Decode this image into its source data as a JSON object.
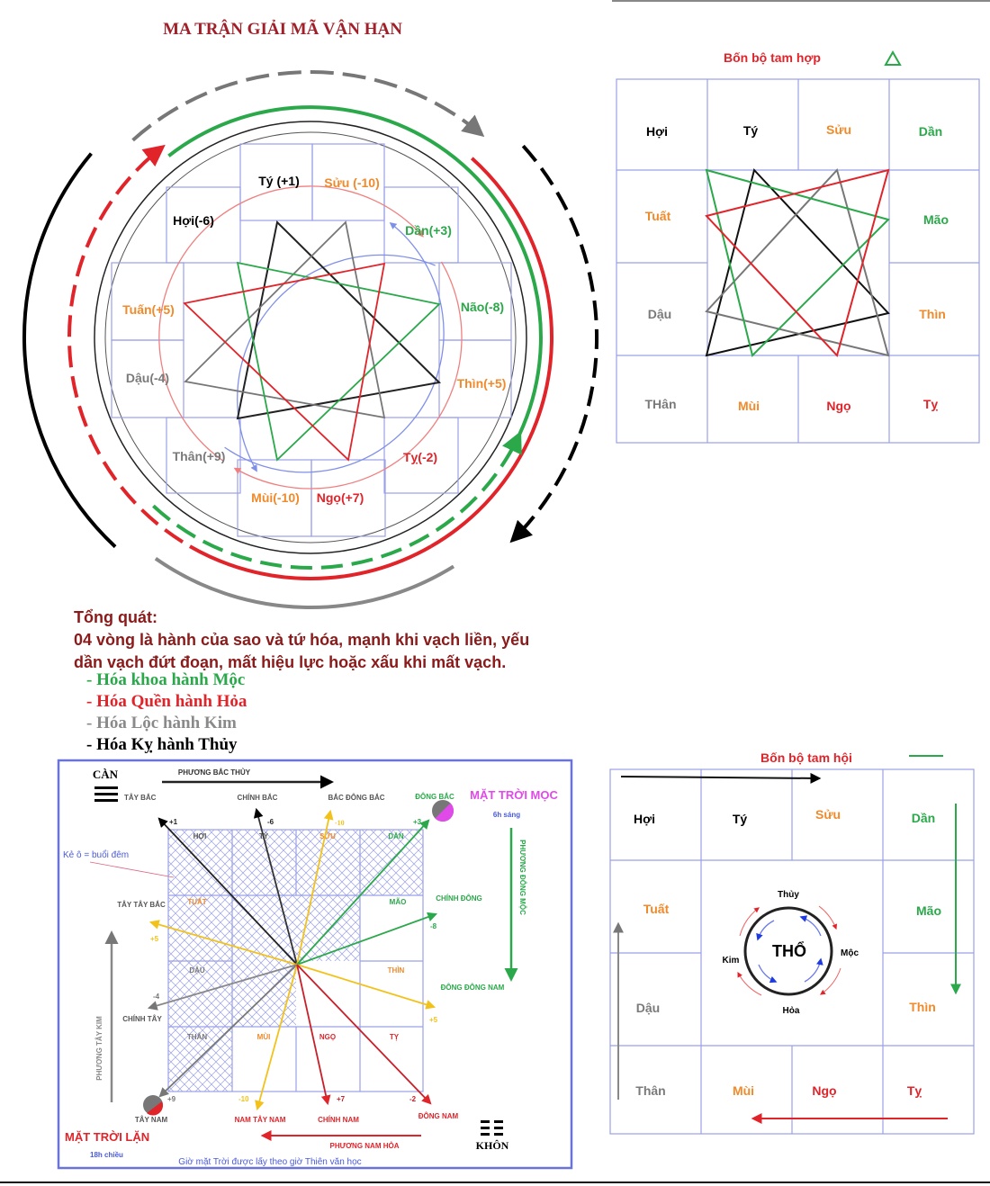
{
  "title": "MA TRẬN GIẢI MÃ VẬN HẠN",
  "matrix": {
    "branches": [
      {
        "label": "Tý (+1)",
        "color": "#000000"
      },
      {
        "label": "Sửu (-10)",
        "color": "#f08a2a"
      },
      {
        "label": "Hợi(-6)",
        "color": "#000000"
      },
      {
        "label": "Dần(+3)",
        "color": "#2aa84a"
      },
      {
        "label": "Tuấn(+5)",
        "color": "#f08a2a"
      },
      {
        "label": "Não(-8)",
        "color": "#2aa84a"
      },
      {
        "label": "Dậu(-4)",
        "color": "#7a7a7a"
      },
      {
        "label": "Thìn(+5)",
        "color": "#f08a2a"
      },
      {
        "label": "Thân(+9)",
        "color": "#7a7a7a"
      },
      {
        "label": "Tỵ(-2)",
        "color": "#e0242a"
      },
      {
        "label": "Mùi(-10)",
        "color": "#f08a2a"
      },
      {
        "label": "Ngọ(+7)",
        "color": "#e0242a"
      }
    ]
  },
  "tam_hop": {
    "title": "Bốn bộ tam hợp",
    "icon": "triangle-icon",
    "cells": [
      {
        "label": "Hợi",
        "color": "#000000"
      },
      {
        "label": "Tý",
        "color": "#000000"
      },
      {
        "label": "Sửu",
        "color": "#f08a2a"
      },
      {
        "label": "Dần",
        "color": "#2aa84a"
      },
      {
        "label": "Tuất",
        "color": "#f08a2a"
      },
      {
        "label": "Mão",
        "color": "#2aa84a"
      },
      {
        "label": "Dậu",
        "color": "#7a7a7a"
      },
      {
        "label": "Thìn",
        "color": "#f08a2a"
      },
      {
        "label": "THân",
        "color": "#7a7a7a"
      },
      {
        "label": "Mùi",
        "color": "#f08a2a"
      },
      {
        "label": "Ngọ",
        "color": "#e0242a"
      },
      {
        "label": "Tỵ",
        "color": "#e0242a"
      }
    ]
  },
  "notes": {
    "heading": "Tổng quát:",
    "line1": "04 vòng là hành của sao và tứ hóa, mạnh khi vạch liền, yếu",
    "line2": "dần vạch đứt đoạn, mất hiệu lực hoặc xấu khi mất vạch.",
    "items": [
      {
        "text": "- Hóa khoa hành Mộc",
        "color": "#2aa84a"
      },
      {
        "text": "- Hóa Quền hành Hỏa",
        "color": "#e0242a"
      },
      {
        "text": "- Hóa  Lộc    hành Kim",
        "color": "#8a8a8a"
      },
      {
        "text": "- Hóa  Kỵ      hành Thủy",
        "color": "#000000"
      }
    ]
  },
  "compass": {
    "can": "CÀN",
    "khon": "KHÔN",
    "phuong_bac": "PHƯƠNG BẮC THỦY",
    "phuong_dong": "PHƯƠNG ĐÔNG MỘC",
    "phuong_nam": "PHƯƠNG NAM HỎA",
    "phuong_tay": "PHƯƠNG TÂY KIM",
    "mat_troi_moc": "MẶT TRỜI MỌC",
    "sang": "6h sáng",
    "mat_troi_lan": "MẶT TRỜI LẶN",
    "chieu": "18h chiều",
    "ke_o": "Kẻ ô = buổi đêm",
    "footer": "Giờ mặt Trời được lấy theo giờ Thiên văn học",
    "directions": {
      "tay_bac": "TÂY BẮC",
      "chinh_bac": "CHÍNH BẮC",
      "bac_dong_bac": "BẮC ĐÔNG BẮC",
      "dong_bac": "ĐÔNG BẮC",
      "tay_tay_bac": "TÂY TÂY BẮC",
      "chinh_dong": "CHÍNH ĐÔNG",
      "dong_dong_nam": "ĐÔNG ĐÔNG NAM",
      "chinh_tay": "CHÍNH TÂY",
      "tay_nam": "TÂY NAM",
      "nam_tay_nam": "NAM TÂY NAM",
      "chinh_nam": "CHÍNH NAM",
      "dong_nam": "ĐÔNG NAM"
    },
    "cells": [
      "HỢI",
      "TÝ",
      "SỬU",
      "DẦN",
      "TUẤT",
      "MÃO",
      "DẬU",
      "THÌN",
      "THÂN",
      "MÙI",
      "NGỌ",
      "TỴ"
    ],
    "values": [
      "+1",
      "-6",
      "-10",
      "+3",
      "-8",
      "+5",
      "+5",
      "-4",
      "+9",
      "-10",
      "+7",
      "-2"
    ]
  },
  "tam_hoi": {
    "title": "Bốn bộ tam hội",
    "cells": [
      {
        "label": "Hợi",
        "color": "#000000"
      },
      {
        "label": "Tý",
        "color": "#000000"
      },
      {
        "label": "Sửu",
        "color": "#f08a2a"
      },
      {
        "label": "Dần",
        "color": "#2aa84a"
      },
      {
        "label": "Tuất",
        "color": "#f08a2a"
      },
      {
        "label": "Mão",
        "color": "#2aa84a"
      },
      {
        "label": "Dậu",
        "color": "#7a7a7a"
      },
      {
        "label": "Thìn",
        "color": "#f08a2a"
      },
      {
        "label": "Thân",
        "color": "#7a7a7a"
      },
      {
        "label": "Mùi",
        "color": "#f08a2a"
      },
      {
        "label": "Ngọ",
        "color": "#e0242a"
      },
      {
        "label": "Tỵ",
        "color": "#e0242a"
      }
    ],
    "center": "THỔ",
    "elements": [
      "Thủy",
      "Mộc",
      "Hỏa",
      "Kim"
    ]
  }
}
